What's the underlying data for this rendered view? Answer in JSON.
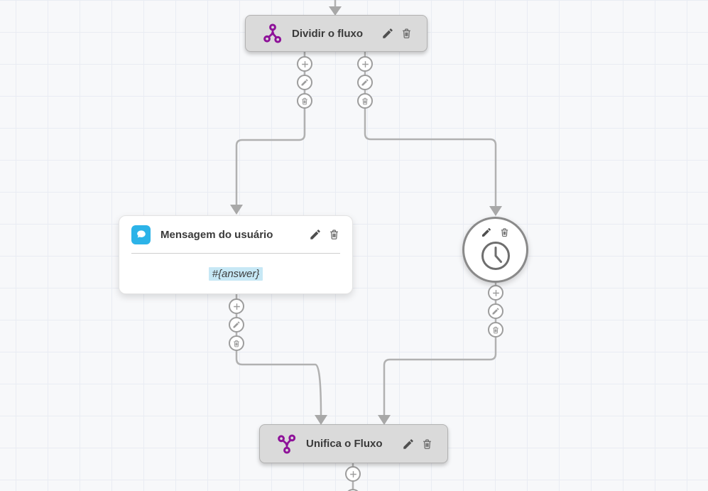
{
  "palette": {
    "background": "#f7f8fa",
    "grid_line": "#e9ecf3",
    "connector": "#b1b1b1",
    "arrowhead": "#a8a8a8",
    "node_gray_fill": "#dadada",
    "node_gray_border": "#b2b2b2",
    "purple": "#8e1299",
    "blue": "#2cb3e8",
    "highlight_blue": "#c7e8f5",
    "text_dark": "#3a3a3a"
  },
  "nodes": {
    "split": {
      "label": "Dividir o fluxo",
      "icon": "split-flow-icon"
    },
    "user_message": {
      "label": "Mensagem do usuário",
      "body": "#{answer}",
      "icon": "chat-bubble-icon"
    },
    "delay": {
      "icon": "clock-icon"
    },
    "merge": {
      "label": "Unifica o Fluxo",
      "icon": "merge-flow-icon"
    }
  },
  "icons": {
    "add": "plus-icon",
    "edit": "pencil-icon",
    "delete": "trash-icon",
    "arrow": "arrowhead-down-icon"
  }
}
